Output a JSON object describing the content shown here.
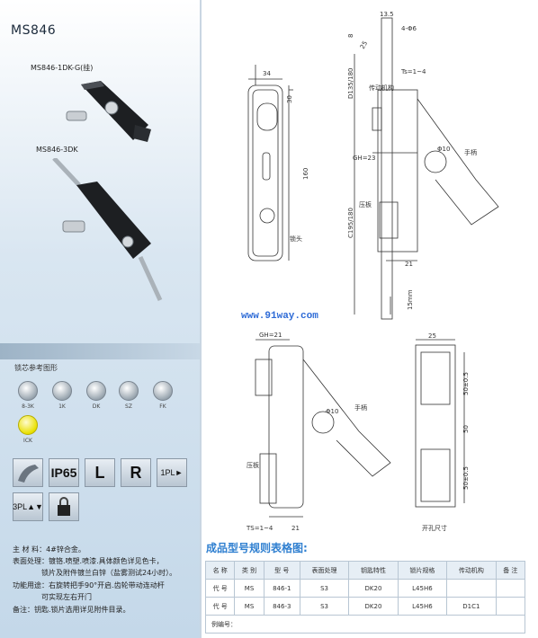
{
  "left": {
    "model_title": "MS846",
    "product1_label": "MS846-1DK-G(挂)",
    "product2_label": "MS846-3DK",
    "core_title": "锁芯参考图形",
    "cores": [
      {
        "label": "8-3K",
        "yellow": false
      },
      {
        "label": "1K",
        "yellow": false
      },
      {
        "label": "DK",
        "yellow": false
      },
      {
        "label": "SZ",
        "yellow": false
      },
      {
        "label": "FK",
        "yellow": false
      },
      {
        "label": "ICK",
        "yellow": true
      }
    ],
    "features": {
      "ip": "IP65",
      "l": "L",
      "r": "R",
      "pl1": "1PL",
      "pl3": "3PL"
    },
    "specs": {
      "material": "主 材 料：4#锌合金。",
      "surface1": "表面处理：镀铬.喷塑.喷漆.具体颜色详见色卡，",
      "surface2": "锁片及附件镀兰白锌（盐雾测试24小时）。",
      "usage1": "功能用途：右旋转把手90°开启.齿轮带动连动杆",
      "usage2": "可实现左右开门",
      "note": "备注：钥匙.锁片选用详见附件目录。"
    }
  },
  "drawings": {
    "dims": {
      "d13_5": "13.5",
      "d4phi6": "4-Φ6",
      "d8": "8",
      "d25": "25",
      "d34": "34",
      "d30": "30",
      "d160": "160",
      "d135_180": "D135/180",
      "c195_180": "C195/180",
      "ts": "Ts=1~4",
      "gh23": "GH=23",
      "phi10": "Φ10",
      "d21": "21",
      "d15": "15mm",
      "gh21": "GH=21",
      "ts2": "TS=1~4",
      "d21b": "21",
      "phi10b": "Φ10",
      "d25b": "25",
      "d50a": "50±0.5",
      "d50": "50",
      "d50b": "50±0.5"
    },
    "labels": {
      "drive": "传动机构",
      "handle": "手柄",
      "plate": "压板",
      "lockhead": "锁头",
      "handle2": "手柄",
      "plate2": "压板",
      "cutout": "开孔尺寸"
    },
    "watermark": "www.91way.com"
  },
  "table": {
    "title": "成品型号规则表格图:",
    "headers": [
      "名 称",
      "类 别",
      "型 号",
      "表面处理",
      "钥匙特性",
      "锁片规格",
      "传动机构",
      "备 注"
    ],
    "rows": [
      [
        "代 号",
        "MS",
        "846-1",
        "S3",
        "DK20",
        "L45H6",
        "",
        ""
      ],
      [
        "代 号",
        "MS",
        "846-3",
        "S3",
        "DK20",
        "L45H6",
        "D1C1",
        ""
      ]
    ],
    "example_label": "例编号："
  }
}
